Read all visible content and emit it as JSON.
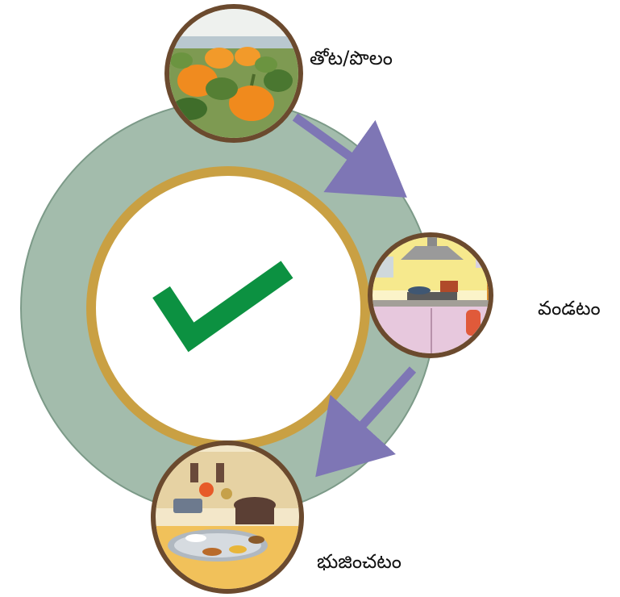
{
  "stages": [
    {
      "id": "farm",
      "label": "తోట/పొలం",
      "icon": "pumpkin-field-illustration"
    },
    {
      "id": "cook",
      "label": "వండటం",
      "icon": "kitchen-stove-illustration"
    },
    {
      "id": "eat",
      "label": "భుజించటం",
      "icon": "meal-plate-illustration"
    }
  ],
  "center_icon": "check-mark-icon",
  "colors": {
    "outer_ring": "#9eb7a8",
    "outer_ring_edge": "#6e8c7b",
    "inner_ring": "#c9a043",
    "circle_border": "#6b4a2e",
    "arrow": "#7e76b5",
    "check": "#0c9141"
  }
}
